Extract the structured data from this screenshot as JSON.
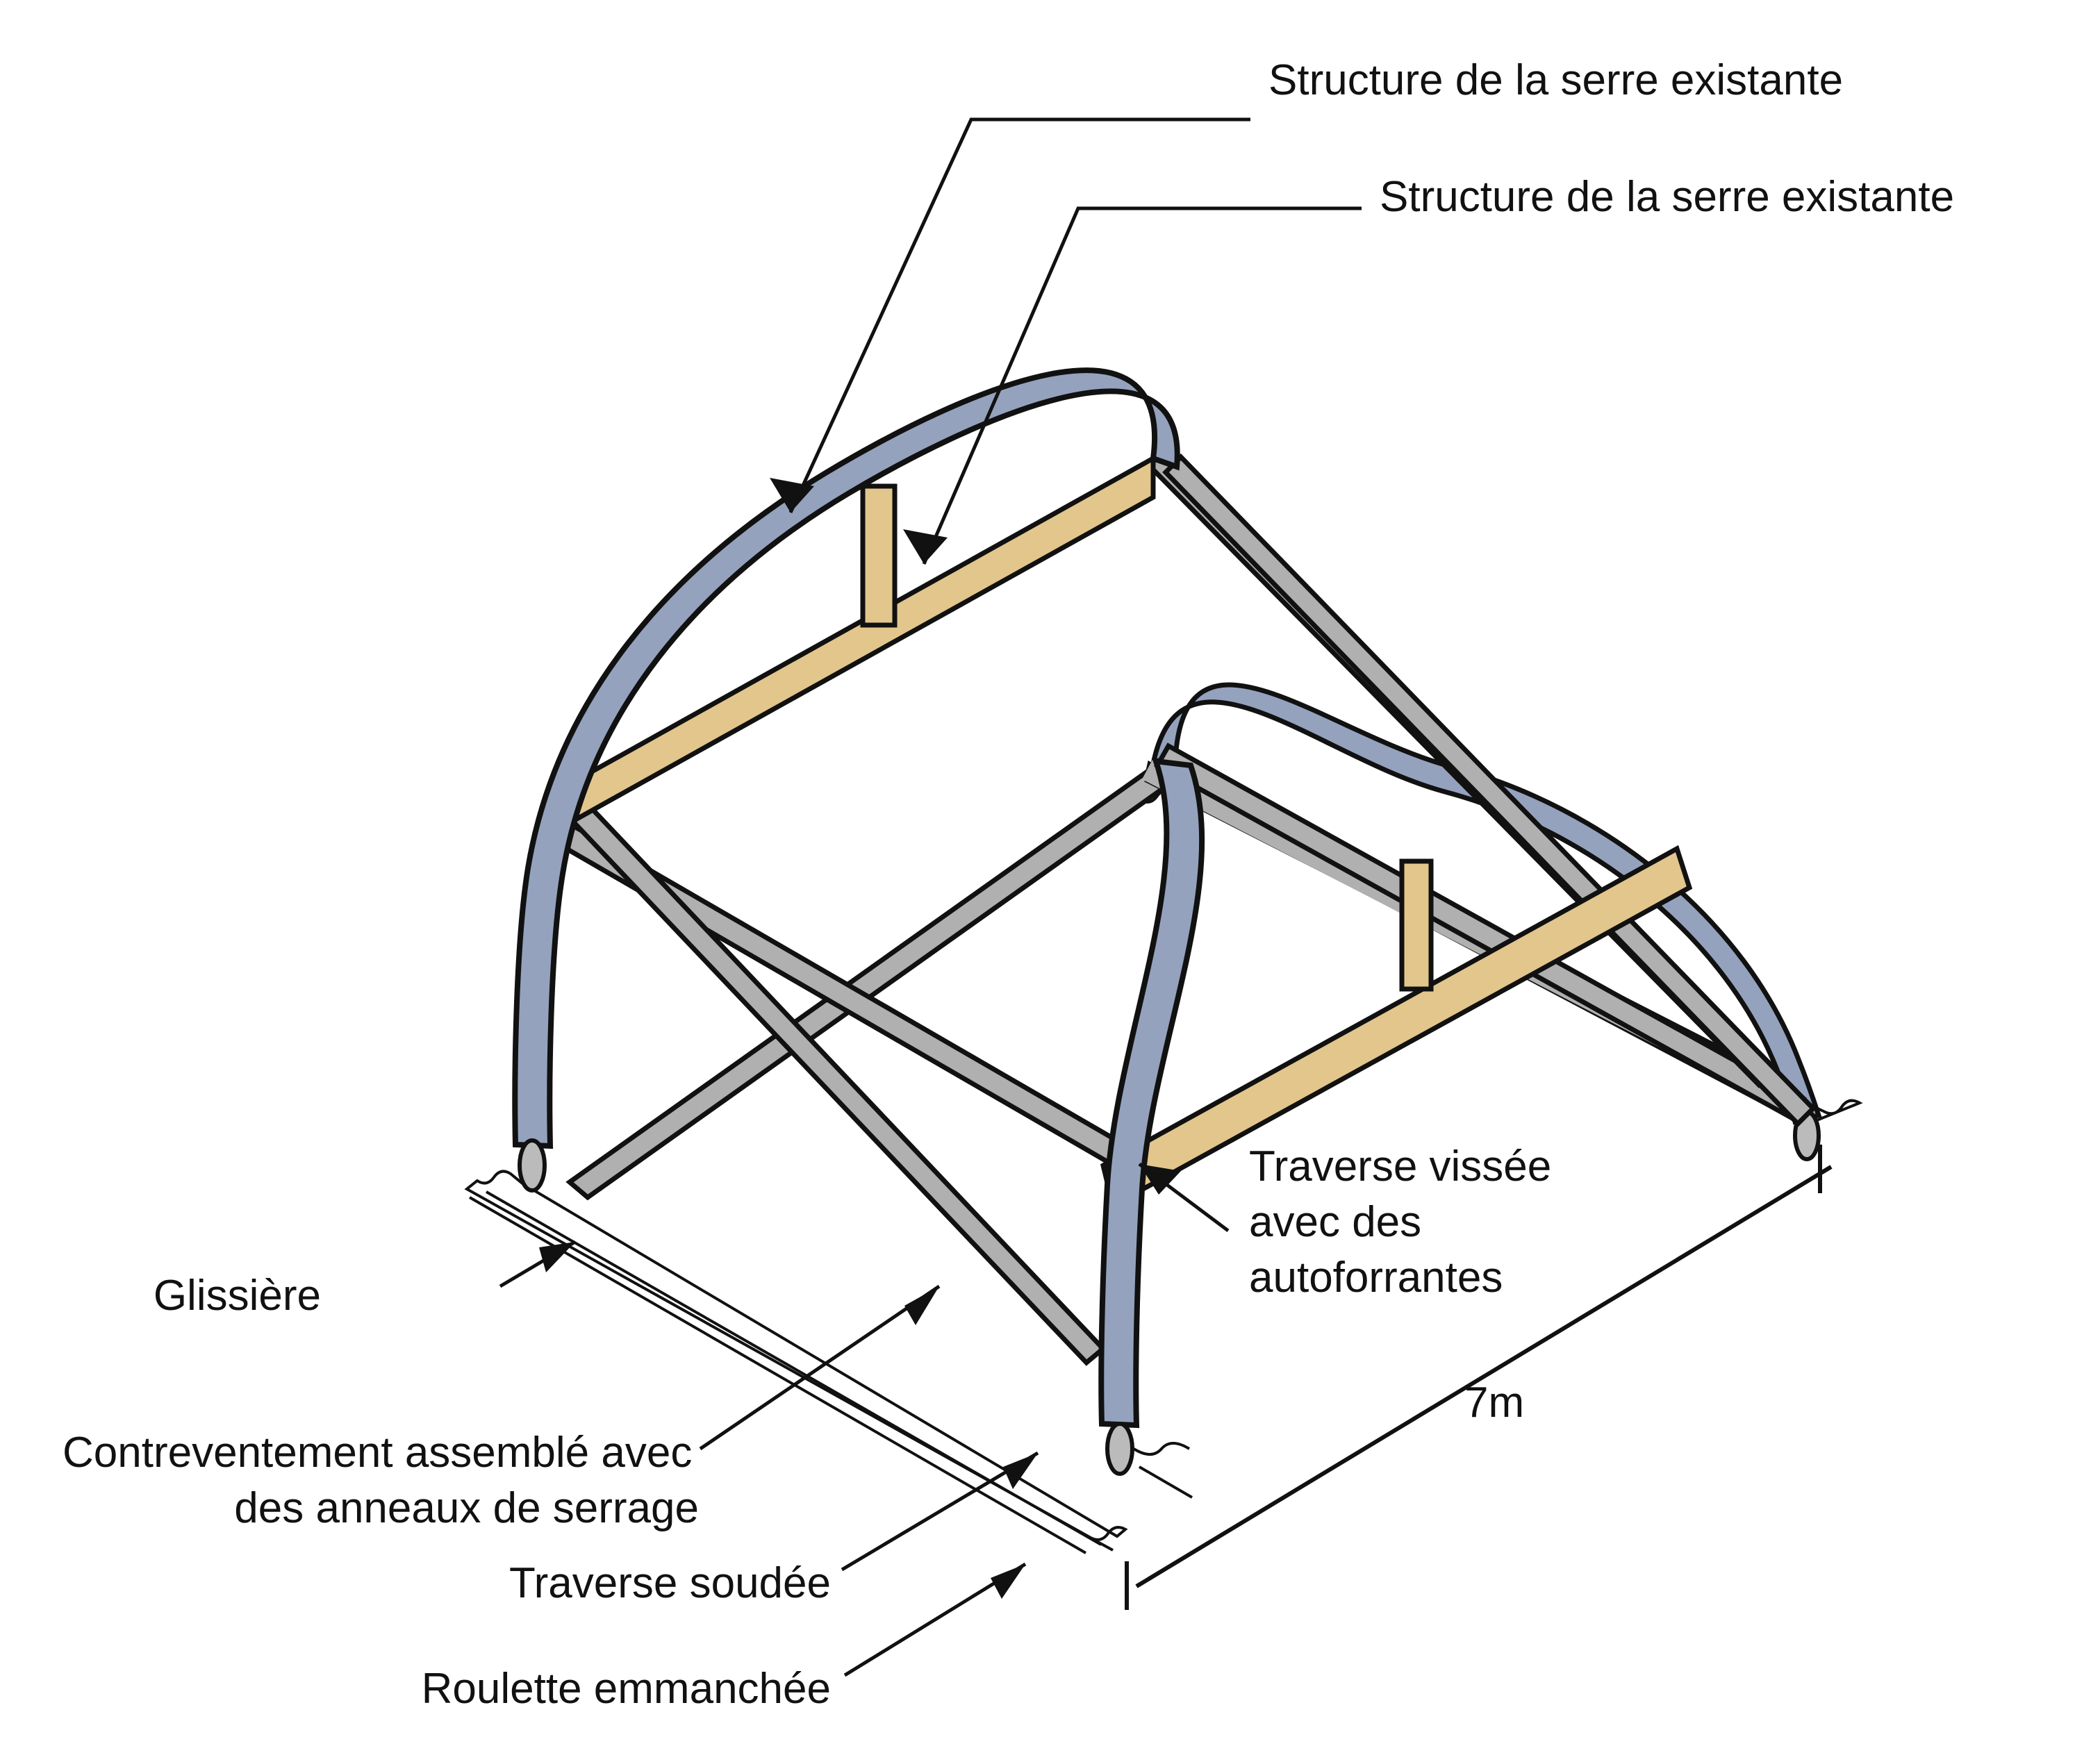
{
  "diagram": {
    "title_alt": "Schéma isométrique de structure de serre mobile",
    "colors": {
      "arch_fill": "#94a2bd",
      "beam_fill": "#e2c68c",
      "brace_fill": "#b0b0b0",
      "caster_fill": "#bbbbbb",
      "outline": "#111111",
      "background": "#ffffff"
    }
  },
  "labels": {
    "structure_existante_1": "Structure de la serre existante",
    "structure_existante_2": "Structure de la serre existante",
    "traverse_vissee_line1": "Traverse vissée",
    "traverse_vissee_line2": "avec des",
    "traverse_vissee_line3": "autoforrantes",
    "glissiere": "Glissière",
    "contreventement_line1": "Contreventement assemblé avec",
    "contreventement_line2": "des anneaux de serrage",
    "traverse_soudee": "Traverse soudée",
    "roulette": "Roulette emmanchée"
  },
  "dimension": {
    "value": "7m"
  }
}
